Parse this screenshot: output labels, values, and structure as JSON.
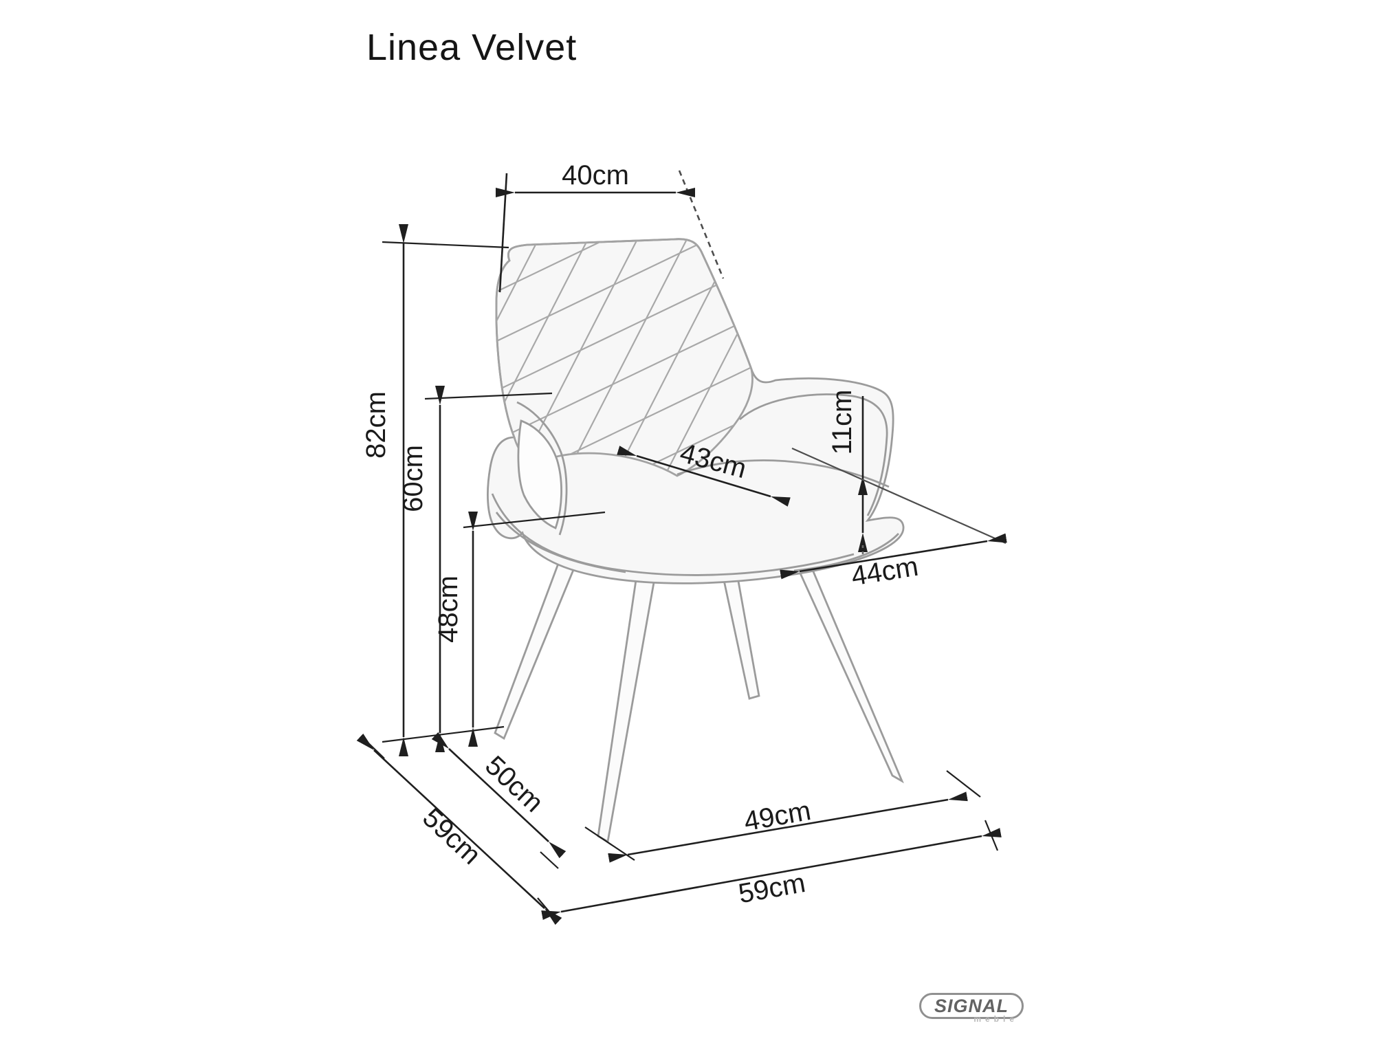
{
  "title": "Linea Velvet",
  "logo": {
    "brand": "SIGNAL",
    "sub": "meble"
  },
  "colors": {
    "background": "#ffffff",
    "dimension_lines": "#1f1f1f",
    "sketch_lines": "#9b9b9b",
    "sketch_fill": "#f7f7f7",
    "logo_grey": "#636363"
  },
  "chart_data": {
    "type": "table",
    "title": "Linea Velvet chair dimensions",
    "categories": [
      "back width",
      "total height",
      "armrest height",
      "seat height",
      "seat side height",
      "seat width",
      "seat depth",
      "leg span side",
      "depth overall",
      "leg span front",
      "width overall"
    ],
    "values_cm": [
      40,
      82,
      60,
      48,
      11,
      43,
      44,
      50,
      59,
      49,
      59
    ]
  },
  "dims": [
    {
      "id": "back-width",
      "label": "40cm"
    },
    {
      "id": "total-height",
      "label": "82cm"
    },
    {
      "id": "armrest-height",
      "label": "60cm"
    },
    {
      "id": "seat-height",
      "label": "48cm"
    },
    {
      "id": "seat-side-height",
      "label": "11cm"
    },
    {
      "id": "seat-width",
      "label": "43cm"
    },
    {
      "id": "seat-depth",
      "label": "44cm"
    },
    {
      "id": "leg-span-side",
      "label": "50cm"
    },
    {
      "id": "depth-overall",
      "label": "59cm"
    },
    {
      "id": "leg-span-front",
      "label": "49cm"
    },
    {
      "id": "width-overall",
      "label": "59cm"
    }
  ]
}
